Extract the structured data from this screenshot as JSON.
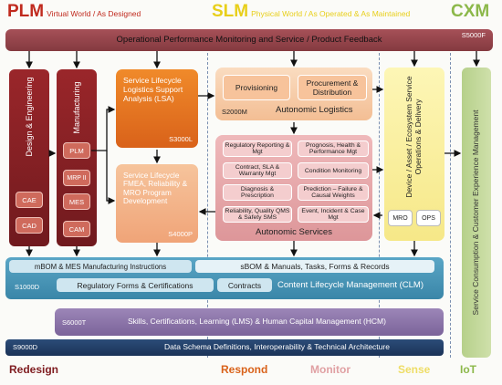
{
  "header": {
    "plm": {
      "big": "PLM",
      "sub": "Virtual World / As Designed"
    },
    "slm": {
      "big": "SLM",
      "sub": "Physical World / As Operated & As Maintained"
    },
    "cxm": {
      "big": "CXM"
    }
  },
  "banner_top": {
    "text": "Operational Performance Monitoring and Service / Product Feedback",
    "code": "S5000F"
  },
  "left_columns": {
    "design": "Design & Engineering",
    "manufacturing": "Manufacturing",
    "cae": "CAE",
    "cad": "CAD",
    "plm": "PLM",
    "mrp": "MRP II",
    "mes": "MES",
    "cam": "CAM"
  },
  "lsa": {
    "text": "Service Lifecycle Logistics Support Analysis (LSA)",
    "code": "S3000L"
  },
  "fmea": {
    "text": "Service Lifecycle FMEA, Reliability & MRO Program Development",
    "code": "S4000P"
  },
  "logistics": {
    "provisioning": "Provisioning",
    "procurement": "Procurement & Distribution",
    "title": "Autonomic Logistics",
    "code": "S2000M"
  },
  "services": {
    "items": [
      "Regulatory Reporting & Mgt",
      "Prognosis, Health & Performance Mgt",
      "Contract, SLA & Warranty Mgt",
      "Condition Monitoring",
      "Diagnosis & Prescription",
      "Prediction – Failure & Causal Weights",
      "Reliability, Quality QMS & Safety SMS",
      "Event, Incident & Case Mgt"
    ],
    "title": "Autonomic Services"
  },
  "device": {
    "text": "Device / Asset / Ecosystem Service Operations & Delivery",
    "mro": "MRO",
    "ops": "OPS"
  },
  "cx": {
    "text": "Service Consumption & Customer Experience Management"
  },
  "clm": {
    "mbom": "mBOM & MES Manufacturing Instructions",
    "sbom": "sBOM & Manuals, Tasks, Forms & Records",
    "regulatory": "Regulatory Forms & Certifications",
    "contracts": "Contracts",
    "title": "Content Lifecycle Management (CLM)",
    "code": "S1000D"
  },
  "hcm": {
    "text": "Skills, Certifications, Learning (LMS) & Human Capital Management (HCM)",
    "code": "S6000T"
  },
  "schema": {
    "text": "Data Schema Definitions, Interoperability & Technical Architecture",
    "code": "S9000D"
  },
  "footer": {
    "redesign": "Redesign",
    "respond": "Respond",
    "monitor": "Monitor",
    "sense": "Sense",
    "iot": "IoT"
  },
  "colors": {
    "plm_red": "#c02a1e",
    "slm_yellow": "#f2dc2a",
    "cxm_green": "#8cb84a",
    "banner": "#96454c",
    "orange": "#e8741e",
    "peach": "#f3b589",
    "pink": "#e6a6a8",
    "yellow_box": "#fbf3a6",
    "green_box": "#c5d99a",
    "teal": "#4a94b7",
    "purple": "#8870a6",
    "navy": "#1f3b63",
    "dark_red": "#7f1c20"
  }
}
